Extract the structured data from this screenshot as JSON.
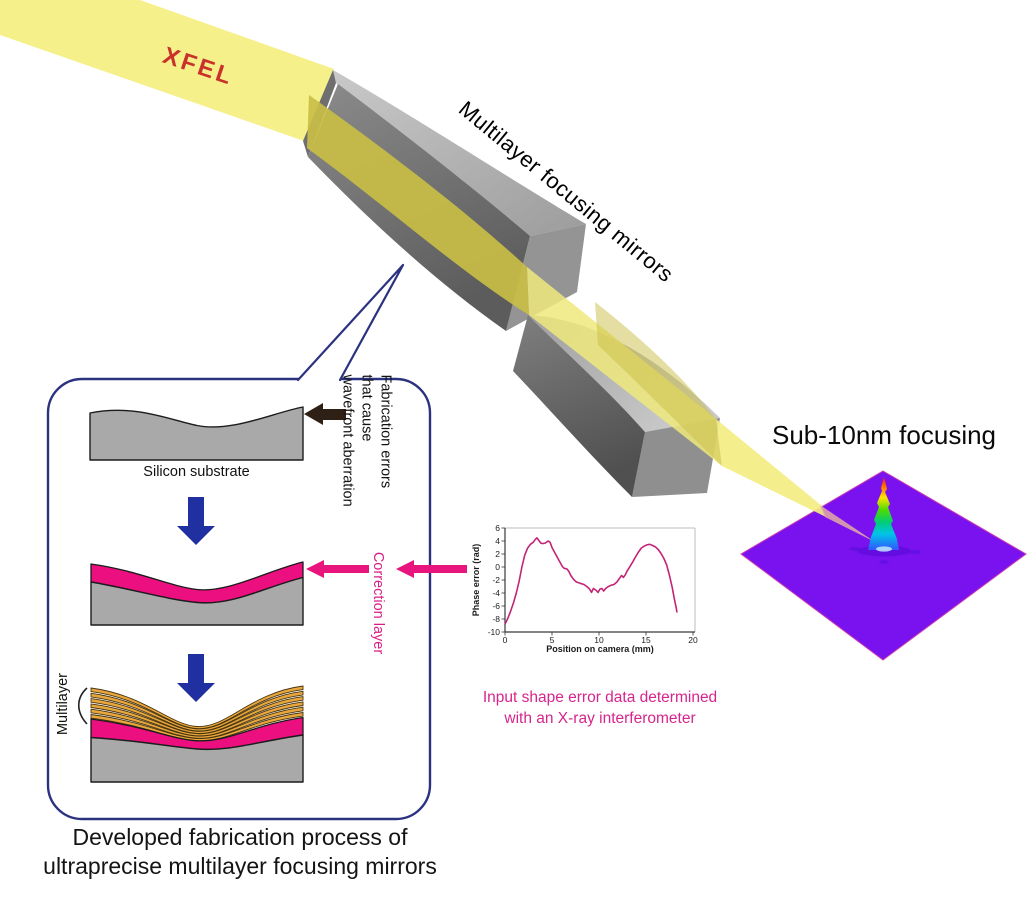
{
  "scene": {
    "beam_label": "XFEL",
    "mirrors_label": "Multilayer focusing mirrors",
    "focus_label": "Sub-10nm focusing"
  },
  "process_box": {
    "caption_lines": [
      "Developed fabrication process of",
      "ultraprecise multilayer focusing mirrors"
    ],
    "step1": {
      "block_label": "Silicon substrate",
      "annotation_lines": [
        "Fabrication errors",
        "that cause",
        "wavefront aberration"
      ]
    },
    "step2": {
      "annotation": "Correction layer"
    },
    "step3": {
      "annotation": "Multilayer"
    }
  },
  "chart_caption_lines": [
    "Input shape error data determined",
    "with an X-ray interferometer"
  ],
  "chart_data": {
    "type": "line",
    "title": "",
    "xlabel": "Position on camera (mm)",
    "ylabel": "Phase error (rad)",
    "xlim": [
      0,
      20
    ],
    "ylim": [
      -10,
      6
    ],
    "xticks": [
      0,
      5,
      10,
      15,
      20
    ],
    "yticks": [
      6,
      4,
      2,
      0,
      -2,
      -4,
      -6,
      -8,
      -10
    ],
    "grid": false,
    "legend": "none",
    "line_color": "#c22576",
    "series": [
      {
        "name": "phase error",
        "points": [
          [
            0,
            -8.8
          ],
          [
            0.3,
            -7.9
          ],
          [
            0.6,
            -6.8
          ],
          [
            0.9,
            -5.5
          ],
          [
            1.2,
            -4.0
          ],
          [
            1.5,
            -2.2
          ],
          [
            1.8,
            0.0
          ],
          [
            2.1,
            1.8
          ],
          [
            2.4,
            2.9
          ],
          [
            2.7,
            3.5
          ],
          [
            3.0,
            3.8
          ],
          [
            3.2,
            4.2
          ],
          [
            3.4,
            4.5
          ],
          [
            3.6,
            4.1
          ],
          [
            3.8,
            3.7
          ],
          [
            4.0,
            3.6
          ],
          [
            4.3,
            3.7
          ],
          [
            4.6,
            4.0
          ],
          [
            4.8,
            3.8
          ],
          [
            5.0,
            3.0
          ],
          [
            5.3,
            2.2
          ],
          [
            5.6,
            1.4
          ],
          [
            5.9,
            0.6
          ],
          [
            6.1,
            0.1
          ],
          [
            6.3,
            -0.2
          ],
          [
            6.6,
            -0.3
          ],
          [
            6.8,
            -0.7
          ],
          [
            7.0,
            -1.3
          ],
          [
            7.3,
            -1.9
          ],
          [
            7.6,
            -2.3
          ],
          [
            8.0,
            -2.5
          ],
          [
            8.4,
            -2.7
          ],
          [
            8.7,
            -3.0
          ],
          [
            9.0,
            -3.4
          ],
          [
            9.2,
            -3.9
          ],
          [
            9.4,
            -3.3
          ],
          [
            9.7,
            -3.6
          ],
          [
            9.9,
            -3.9
          ],
          [
            10.1,
            -3.4
          ],
          [
            10.3,
            -3.3
          ],
          [
            10.5,
            -3.7
          ],
          [
            10.7,
            -3.3
          ],
          [
            11.0,
            -3.0
          ],
          [
            11.3,
            -2.8
          ],
          [
            11.6,
            -2.7
          ],
          [
            11.9,
            -2.3
          ],
          [
            12.2,
            -1.7
          ],
          [
            12.4,
            -1.3
          ],
          [
            12.6,
            -1.6
          ],
          [
            12.8,
            -1.2
          ],
          [
            13.0,
            -0.6
          ],
          [
            13.3,
            0.1
          ],
          [
            13.6,
            0.8
          ],
          [
            13.9,
            1.6
          ],
          [
            14.2,
            2.3
          ],
          [
            14.5,
            2.9
          ],
          [
            14.8,
            3.2
          ],
          [
            15.1,
            3.4
          ],
          [
            15.4,
            3.5
          ],
          [
            15.7,
            3.3
          ],
          [
            16.0,
            3.1
          ],
          [
            16.3,
            2.7
          ],
          [
            16.6,
            2.1
          ],
          [
            16.9,
            1.3
          ],
          [
            17.2,
            0.3
          ],
          [
            17.5,
            -1.3
          ],
          [
            17.8,
            -3.2
          ],
          [
            18.0,
            -4.8
          ],
          [
            18.2,
            -6.2
          ],
          [
            18.3,
            -7.0
          ]
        ]
      }
    ]
  },
  "colors": {
    "beam_yellow": "#f5f08a",
    "beam_on_mirror": "#c9be45",
    "xfel_text_red": "#c8322a",
    "box_border_navy": "#2b3280",
    "process_arrow_blue": "#2030a0",
    "pink_magenta": "#ec0f7f",
    "pink_text": "#d6258c",
    "multilayer_orange": "#e8a73c",
    "substrate_gray": "#a9a9a9",
    "focus_surface_purple": "#7a12ef",
    "chart_line": "#c22576"
  }
}
